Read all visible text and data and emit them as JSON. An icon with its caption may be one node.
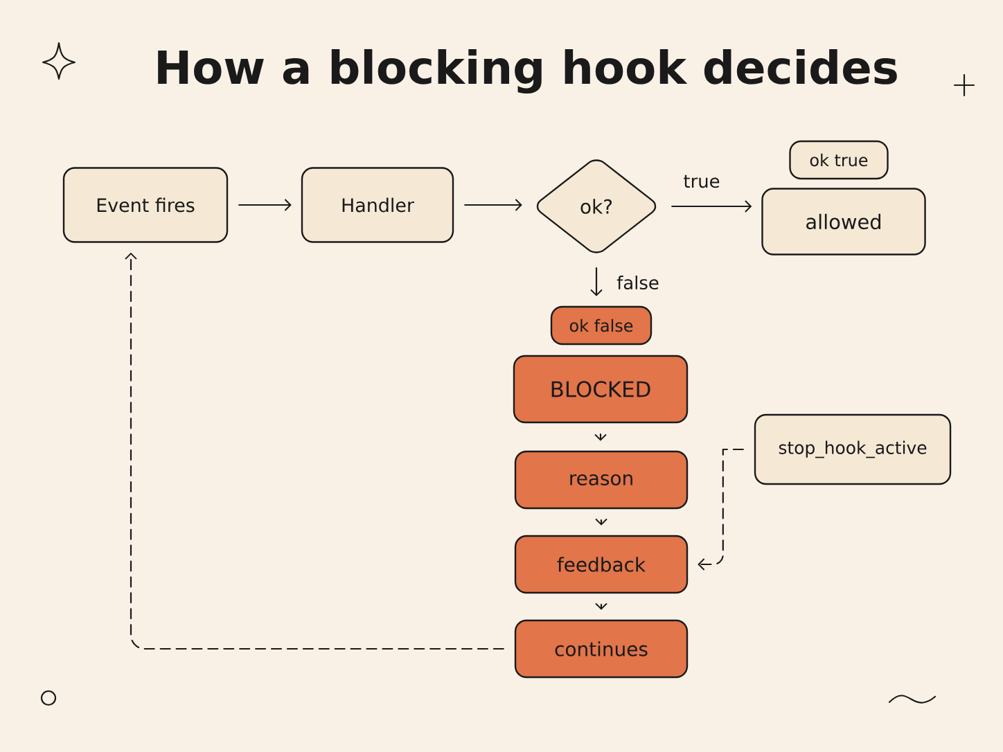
{
  "diagram": {
    "title": "How a blocking hook decides",
    "nodes": [
      {
        "text": [
          "Event fires"
        ]
      },
      {
        "text": [
          "Handler"
        ]
      },
      {
        "text": [
          "ok?"
        ]
      },
      {
        "text": [
          "ok true"
        ]
      },
      {
        "text": [
          "allowed"
        ]
      },
      {
        "text": [
          "ok false"
        ]
      },
      {
        "text": [
          "BLOCKED"
        ]
      },
      {
        "text": [
          "reason"
        ]
      },
      {
        "text": [
          "feedback"
        ]
      },
      {
        "text": [
          "continues"
        ]
      },
      {
        "text": [
          "stop_hook_active"
        ]
      }
    ],
    "edges": [
      {
        "from": 0,
        "to": 1,
        "arrow": "to"
      },
      {
        "from": 1,
        "to": 2,
        "arrow": "to"
      },
      {
        "from": 2,
        "to": 4,
        "arrow": "to",
        "label": "true"
      },
      {
        "from": 2,
        "to": 5,
        "arrow": "to",
        "label": "false"
      },
      {
        "from": 6,
        "to": 7,
        "arrow": "to"
      },
      {
        "from": 7,
        "to": 8,
        "arrow": "to"
      },
      {
        "from": 8,
        "to": 9,
        "arrow": "to"
      },
      {
        "from": 10,
        "to": 8,
        "arrow": "to",
        "style": "dashed"
      },
      {
        "from": 9,
        "to": 0,
        "arrow": "to",
        "style": "dashed"
      }
    ]
  }
}
